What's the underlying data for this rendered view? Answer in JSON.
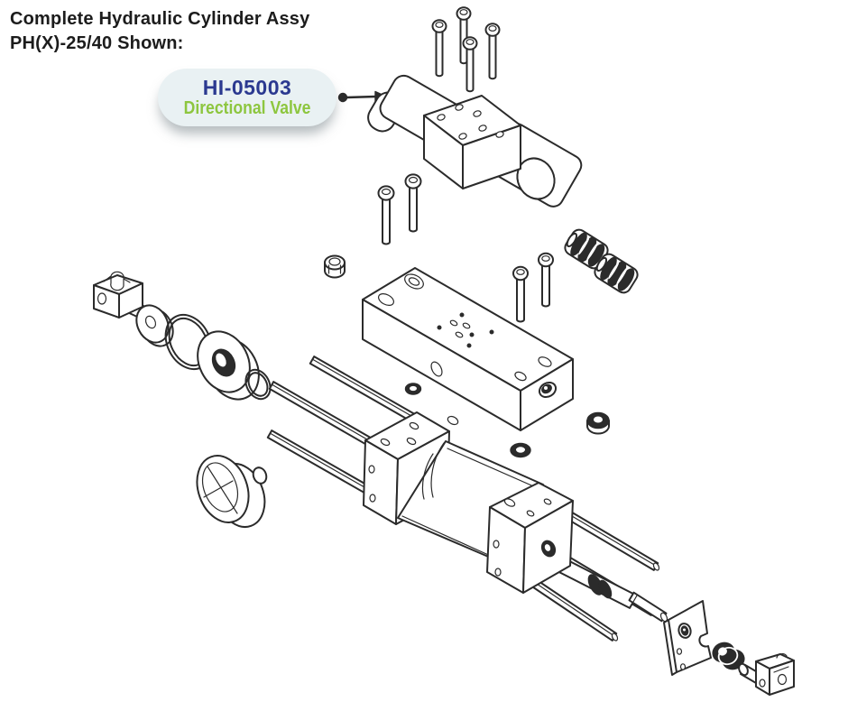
{
  "title": {
    "line1": "Complete Hydraulic Cylinder Assy",
    "line2": "PH(X)-25/40 Shown:"
  },
  "callout": {
    "part_number": "HI-05003",
    "part_name": "Directional Valve"
  },
  "colors": {
    "title_text": "#1c1c1c",
    "part_number_text": "#2b3990",
    "part_name_text": "#8dc63f",
    "callout_background": "#e9f1f3",
    "line_art": "#2b2b2b"
  }
}
